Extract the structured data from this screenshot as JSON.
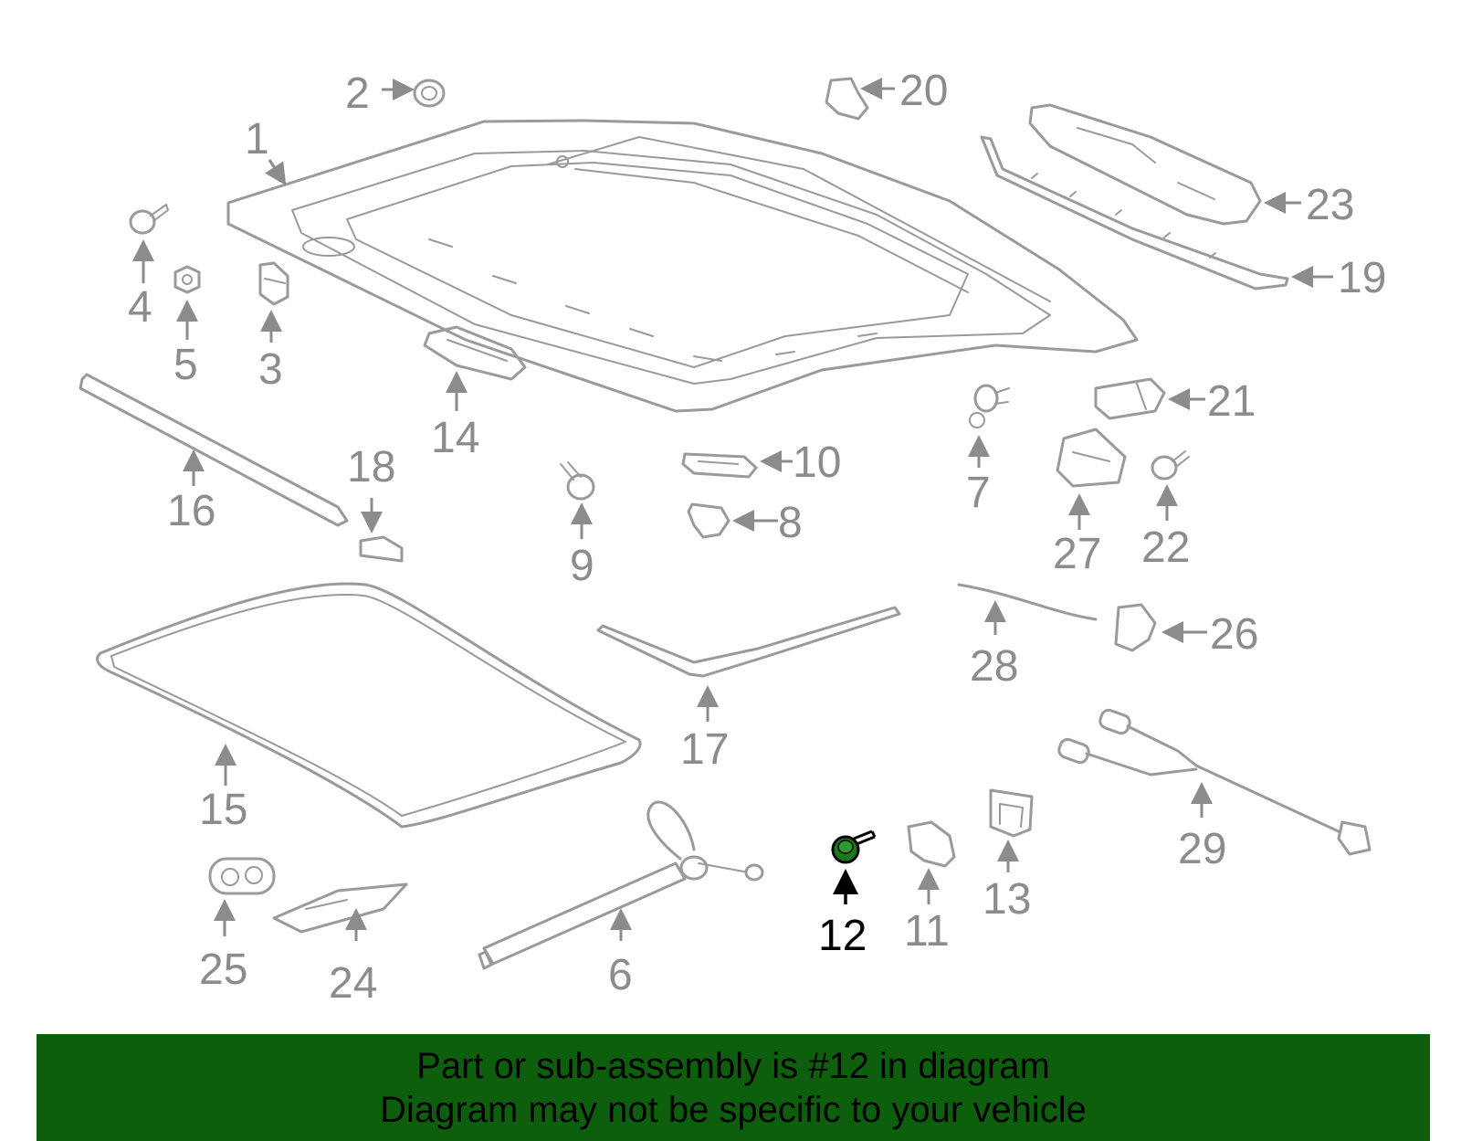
{
  "diagram": {
    "highlighted_part": "12",
    "highlight_color": "#0d5f0d",
    "part_labels": [
      "1",
      "2",
      "3",
      "4",
      "5",
      "6",
      "7",
      "8",
      "9",
      "10",
      "11",
      "12",
      "13",
      "14",
      "15",
      "16",
      "17",
      "18",
      "19",
      "20",
      "21",
      "22",
      "23",
      "24",
      "25",
      "26",
      "27",
      "28",
      "29"
    ]
  },
  "banner": {
    "line1": "Part or sub-assembly is #12 in diagram",
    "line2": "Diagram may not be specific to your vehicle",
    "background": "#0d5f0d"
  }
}
